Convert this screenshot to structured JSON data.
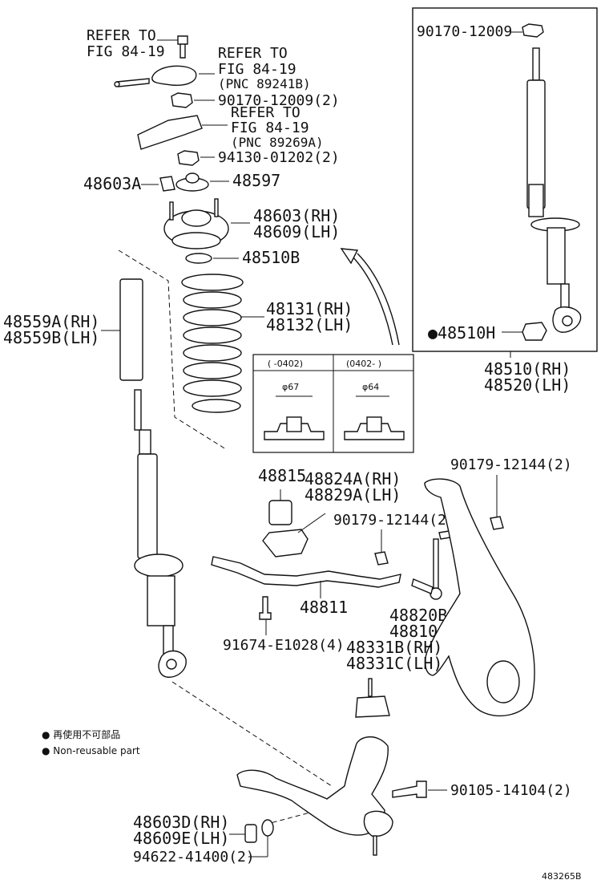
{
  "labels": {
    "refer_to_1_line1": "REFER TO",
    "refer_to_1_line2": "FIG 84-19",
    "refer_to_2_line1": "REFER TO",
    "refer_to_2_line2": "FIG 84-19",
    "refer_to_2_line3": "(PNC 89241B)",
    "nut_90170_a": "90170-12009(2)",
    "refer_to_3_line1": "REFER TO",
    "refer_to_3_line2": "FIG 84-19",
    "refer_to_3_line3": "(PNC 89269A)",
    "nut_94130": "94130-01202(2)",
    "part_48603A": "48603A",
    "part_48597": "48597",
    "mount_rh": "48603(RH)",
    "mount_lh": "48609(LH)",
    "part_48510B": "48510B",
    "spring_rh": "48131(RH)",
    "spring_lh": "48132(LH)",
    "boot_rh": "48559A(RH)",
    "boot_lh": "48559B(LH)",
    "inset_nut": "90170-12009",
    "inset_bushing": "48510H",
    "absorber_rh": "48510(RH)",
    "absorber_lh": "48520(LH)",
    "spec_col1_header": "(  -0402)",
    "spec_col2_header": "(0402-  )",
    "spec_col1_dim": "φ67",
    "spec_col2_dim": "φ64",
    "part_48815": "48815",
    "bracket_rh": "48824A(RH)",
    "bracket_lh": "48829A(LH)",
    "nut_90179_top": "90179-12144(2)",
    "nut_90179_mid": "90179-12144(2)",
    "stabilizer": "48811",
    "link_rh": "48820B(RH)",
    "link_lh": "48810(LH)",
    "bolt_91674": "91674-E1028(4)",
    "stop_rh": "48331B(RH)",
    "stop_lh": "48331C(LH)",
    "legend_jp": "再使用不可部品",
    "legend_en": "Non-reusable part",
    "bolt_90105": "90105-14104(2)",
    "lower_rh": "48603D(RH)",
    "lower_lh": "48609E(LH)",
    "nut_94622": "94622-41400(2)",
    "diagram_id": "483265B"
  }
}
